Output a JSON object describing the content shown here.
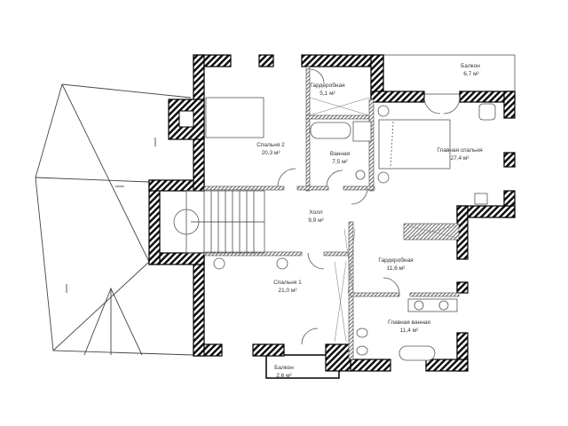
{
  "title": "План мансардного этажа",
  "rooms": [
    {
      "name": "Балкон",
      "area": "6,7 м²"
    },
    {
      "name": "Гардеробная",
      "area": "5,1 м²"
    },
    {
      "name": "Спальня 2",
      "area": "20,3 м²"
    },
    {
      "name": "Ванная",
      "area": "7,5 м²"
    },
    {
      "name": "Главная спальня",
      "area": "27,4 м²"
    },
    {
      "name": "Холл",
      "area": "9,9 м²"
    },
    {
      "name": "Гардеробная",
      "area": "11,6 м²"
    },
    {
      "name": "Спальня 1",
      "area": "21,0 м²"
    },
    {
      "name": "Главная ванная",
      "area": "11,4 м²"
    },
    {
      "name": "Балкон",
      "area": "2,6 м²"
    }
  ]
}
